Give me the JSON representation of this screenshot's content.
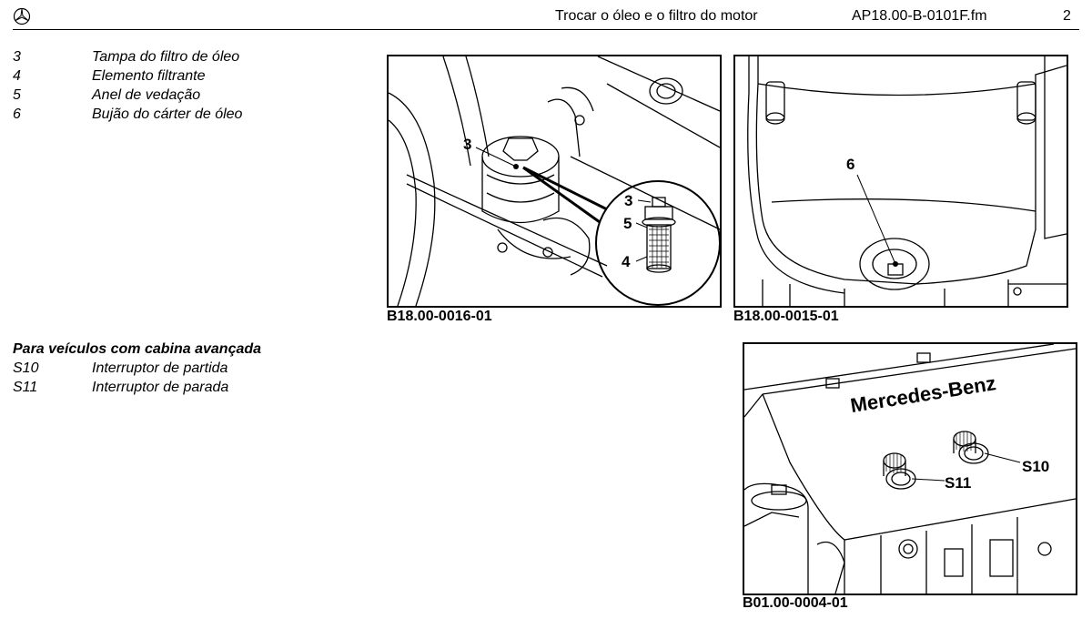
{
  "header": {
    "title": "Trocar o óleo e o filtro do motor",
    "code": "AP18.00-B-0101F.fm",
    "page": "2"
  },
  "legend_a": [
    {
      "num": "3",
      "text": "Tampa do filtro de óleo"
    },
    {
      "num": "4",
      "text": "Elemento filtrante"
    },
    {
      "num": "5",
      "text": "Anel de vedação"
    },
    {
      "num": "6",
      "text": "Bujão do cárter de óleo"
    }
  ],
  "legend_b": {
    "heading": "Para veículos com cabina avançada",
    "items": [
      {
        "num": "S10",
        "text": "Interruptor de partida"
      },
      {
        "num": "S11",
        "text": "Interruptor de parada"
      }
    ]
  },
  "figures": [
    {
      "caption": "B18.00-0016-01",
      "callouts": [
        "3",
        "3",
        "5",
        "4"
      ],
      "icon": "oil-filter-illustration"
    },
    {
      "caption": "B18.00-0015-01",
      "callouts": [
        "6"
      ],
      "icon": "oil-pan-illustration"
    },
    {
      "caption": "B01.00-0004-01",
      "callouts": [
        "S10",
        "S11"
      ],
      "brand": "Mercedes-Benz",
      "icon": "engine-cover-illustration"
    }
  ]
}
